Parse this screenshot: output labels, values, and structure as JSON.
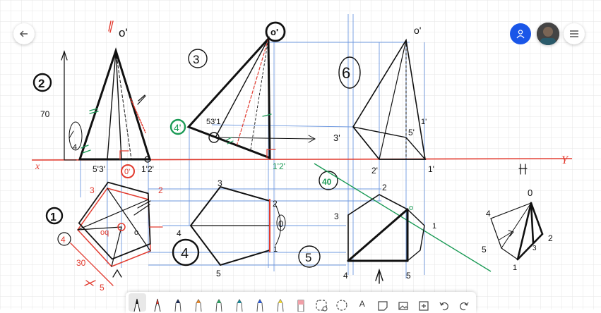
{
  "board": {
    "labels": {
      "o1_top": "o'",
      "label_2": "2",
      "label_70": "70",
      "label_4_small": "4",
      "x_axis": "x",
      "y_axis": "Y",
      "s3_prime": "5'3'",
      "o_red": "0'",
      "r12": "1'2'",
      "label_3": "3",
      "label_4_green": "4'",
      "s31": "53'1",
      "o1_circled": "o'",
      "r12_green": "1'2'",
      "label_6": "6",
      "o_prime_right": "o'",
      "three_prime": "3'",
      "five_prime": "5'",
      "one_prime_side": "1'",
      "two_prime": "2'",
      "one_prime": "1'",
      "label_40": "40",
      "label_1": "1",
      "p_3": "3",
      "p_2": "2",
      "p_4": "4",
      "p_oq": "oq",
      "p_o": "o",
      "label_30": "30",
      "label_5_red": "5",
      "mid_3": "3",
      "mid_2": "2",
      "mid_4": "4",
      "mid_1": "1",
      "mid_5": "5",
      "mid_o": "0",
      "label_4_circle": "4",
      "r_2": "2",
      "r_3": "3",
      "r_o": "o",
      "r_1": "1",
      "r_4": "4",
      "r_5": "5",
      "label_5_circle": "5",
      "iso_o": "0",
      "iso_4": "4",
      "iso_5": "5",
      "iso_2": "2",
      "iso_1": "1",
      "iso_3": "3"
    }
  },
  "header": {
    "back_icon": "arrow-left-icon",
    "user_icon": "user-icon",
    "menu_icon": "hamburger-menu-icon"
  },
  "toolbar": {
    "text_tool_label": "A",
    "tools": [
      "pen-black",
      "pen-red",
      "marker-black",
      "marker-orange",
      "marker-green",
      "marker-teal",
      "marker-blue",
      "highlighter-yellow",
      "eraser",
      "lasso",
      "shape",
      "text",
      "sticky-note",
      "image",
      "add",
      "undo",
      "redo"
    ]
  },
  "colors": {
    "grid": "#e6e6e6",
    "ink": "#111111",
    "red": "#e23a2e",
    "green": "#1a9a55",
    "blue": "#3a6fd8",
    "accent": "#1a56e8"
  }
}
